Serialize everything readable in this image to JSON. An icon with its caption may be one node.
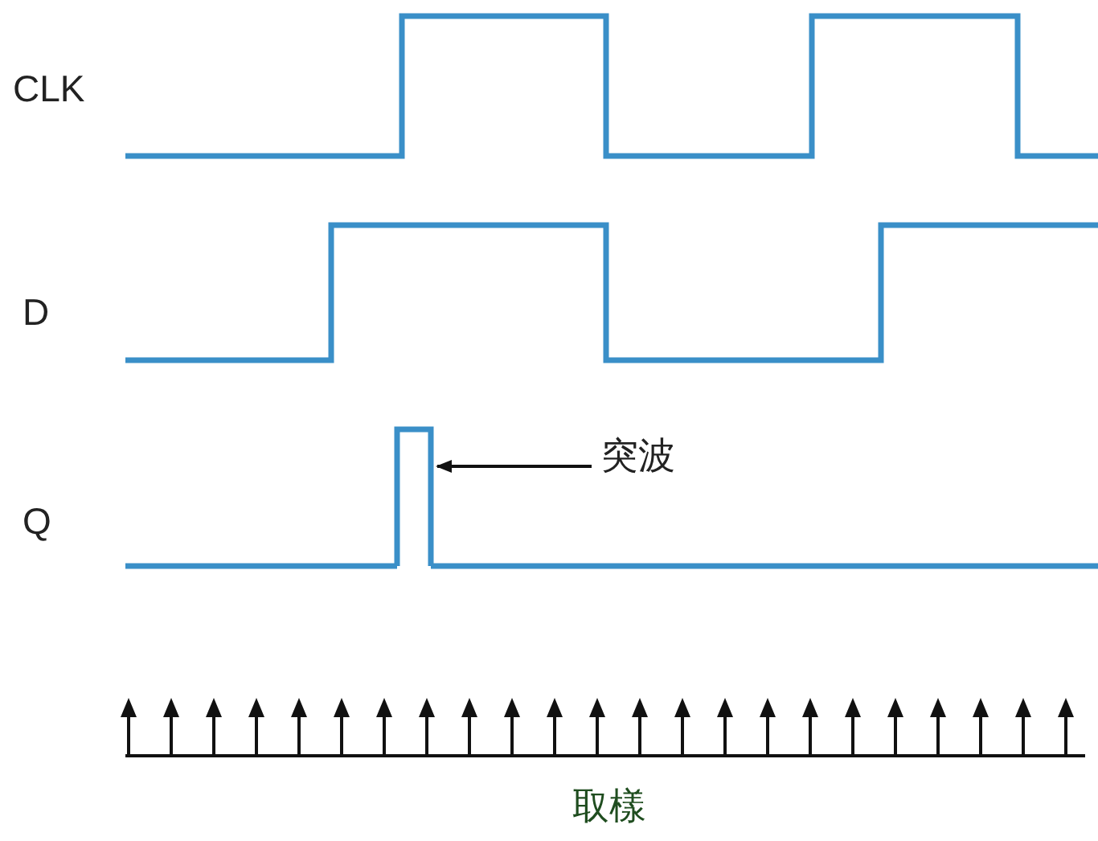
{
  "diagram": {
    "nodes": [
      {
        "text": [
          "突波"
        ]
      },
      {
        "text": [],
        "shape": "pulse"
      }
    ],
    "edges": [
      {
        "from": 0,
        "to": 1,
        "arrow": "to"
      }
    ],
    "labels": [
      "CLK",
      "D",
      "Q",
      "取樣"
    ]
  }
}
